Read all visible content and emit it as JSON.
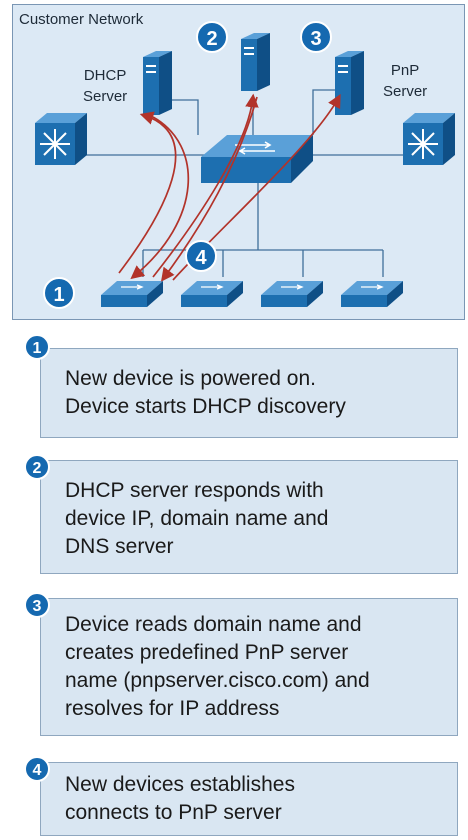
{
  "network": {
    "title": "Customer Network",
    "dhcp_label": [
      "DHCP",
      "Server"
    ],
    "pnp_label": [
      "PnP",
      "Server"
    ],
    "markers": [
      "1",
      "2",
      "3",
      "4"
    ]
  },
  "steps": [
    {
      "number": "1",
      "lines": [
        "New device is powered on.",
        "Device starts DHCP discovery"
      ]
    },
    {
      "number": "2",
      "lines": [
        "DHCP server responds with",
        "device IP, domain name and",
        "DNS server"
      ]
    },
    {
      "number": "3",
      "lines": [
        "Device reads domain name and",
        "creates predefined PnP server",
        "name (pnpserver.cisco.com) and",
        "resolves for IP address"
      ]
    },
    {
      "number": "4",
      "lines": [
        "New devices establishes",
        "connects to PnP server"
      ]
    }
  ],
  "colors": {
    "panel_background": "#dce9f5",
    "step_background": "#d9e6f2",
    "device_blue": "#1d6fb0",
    "marker_blue": "#1569b0",
    "arrow_red": "#b2332a"
  }
}
